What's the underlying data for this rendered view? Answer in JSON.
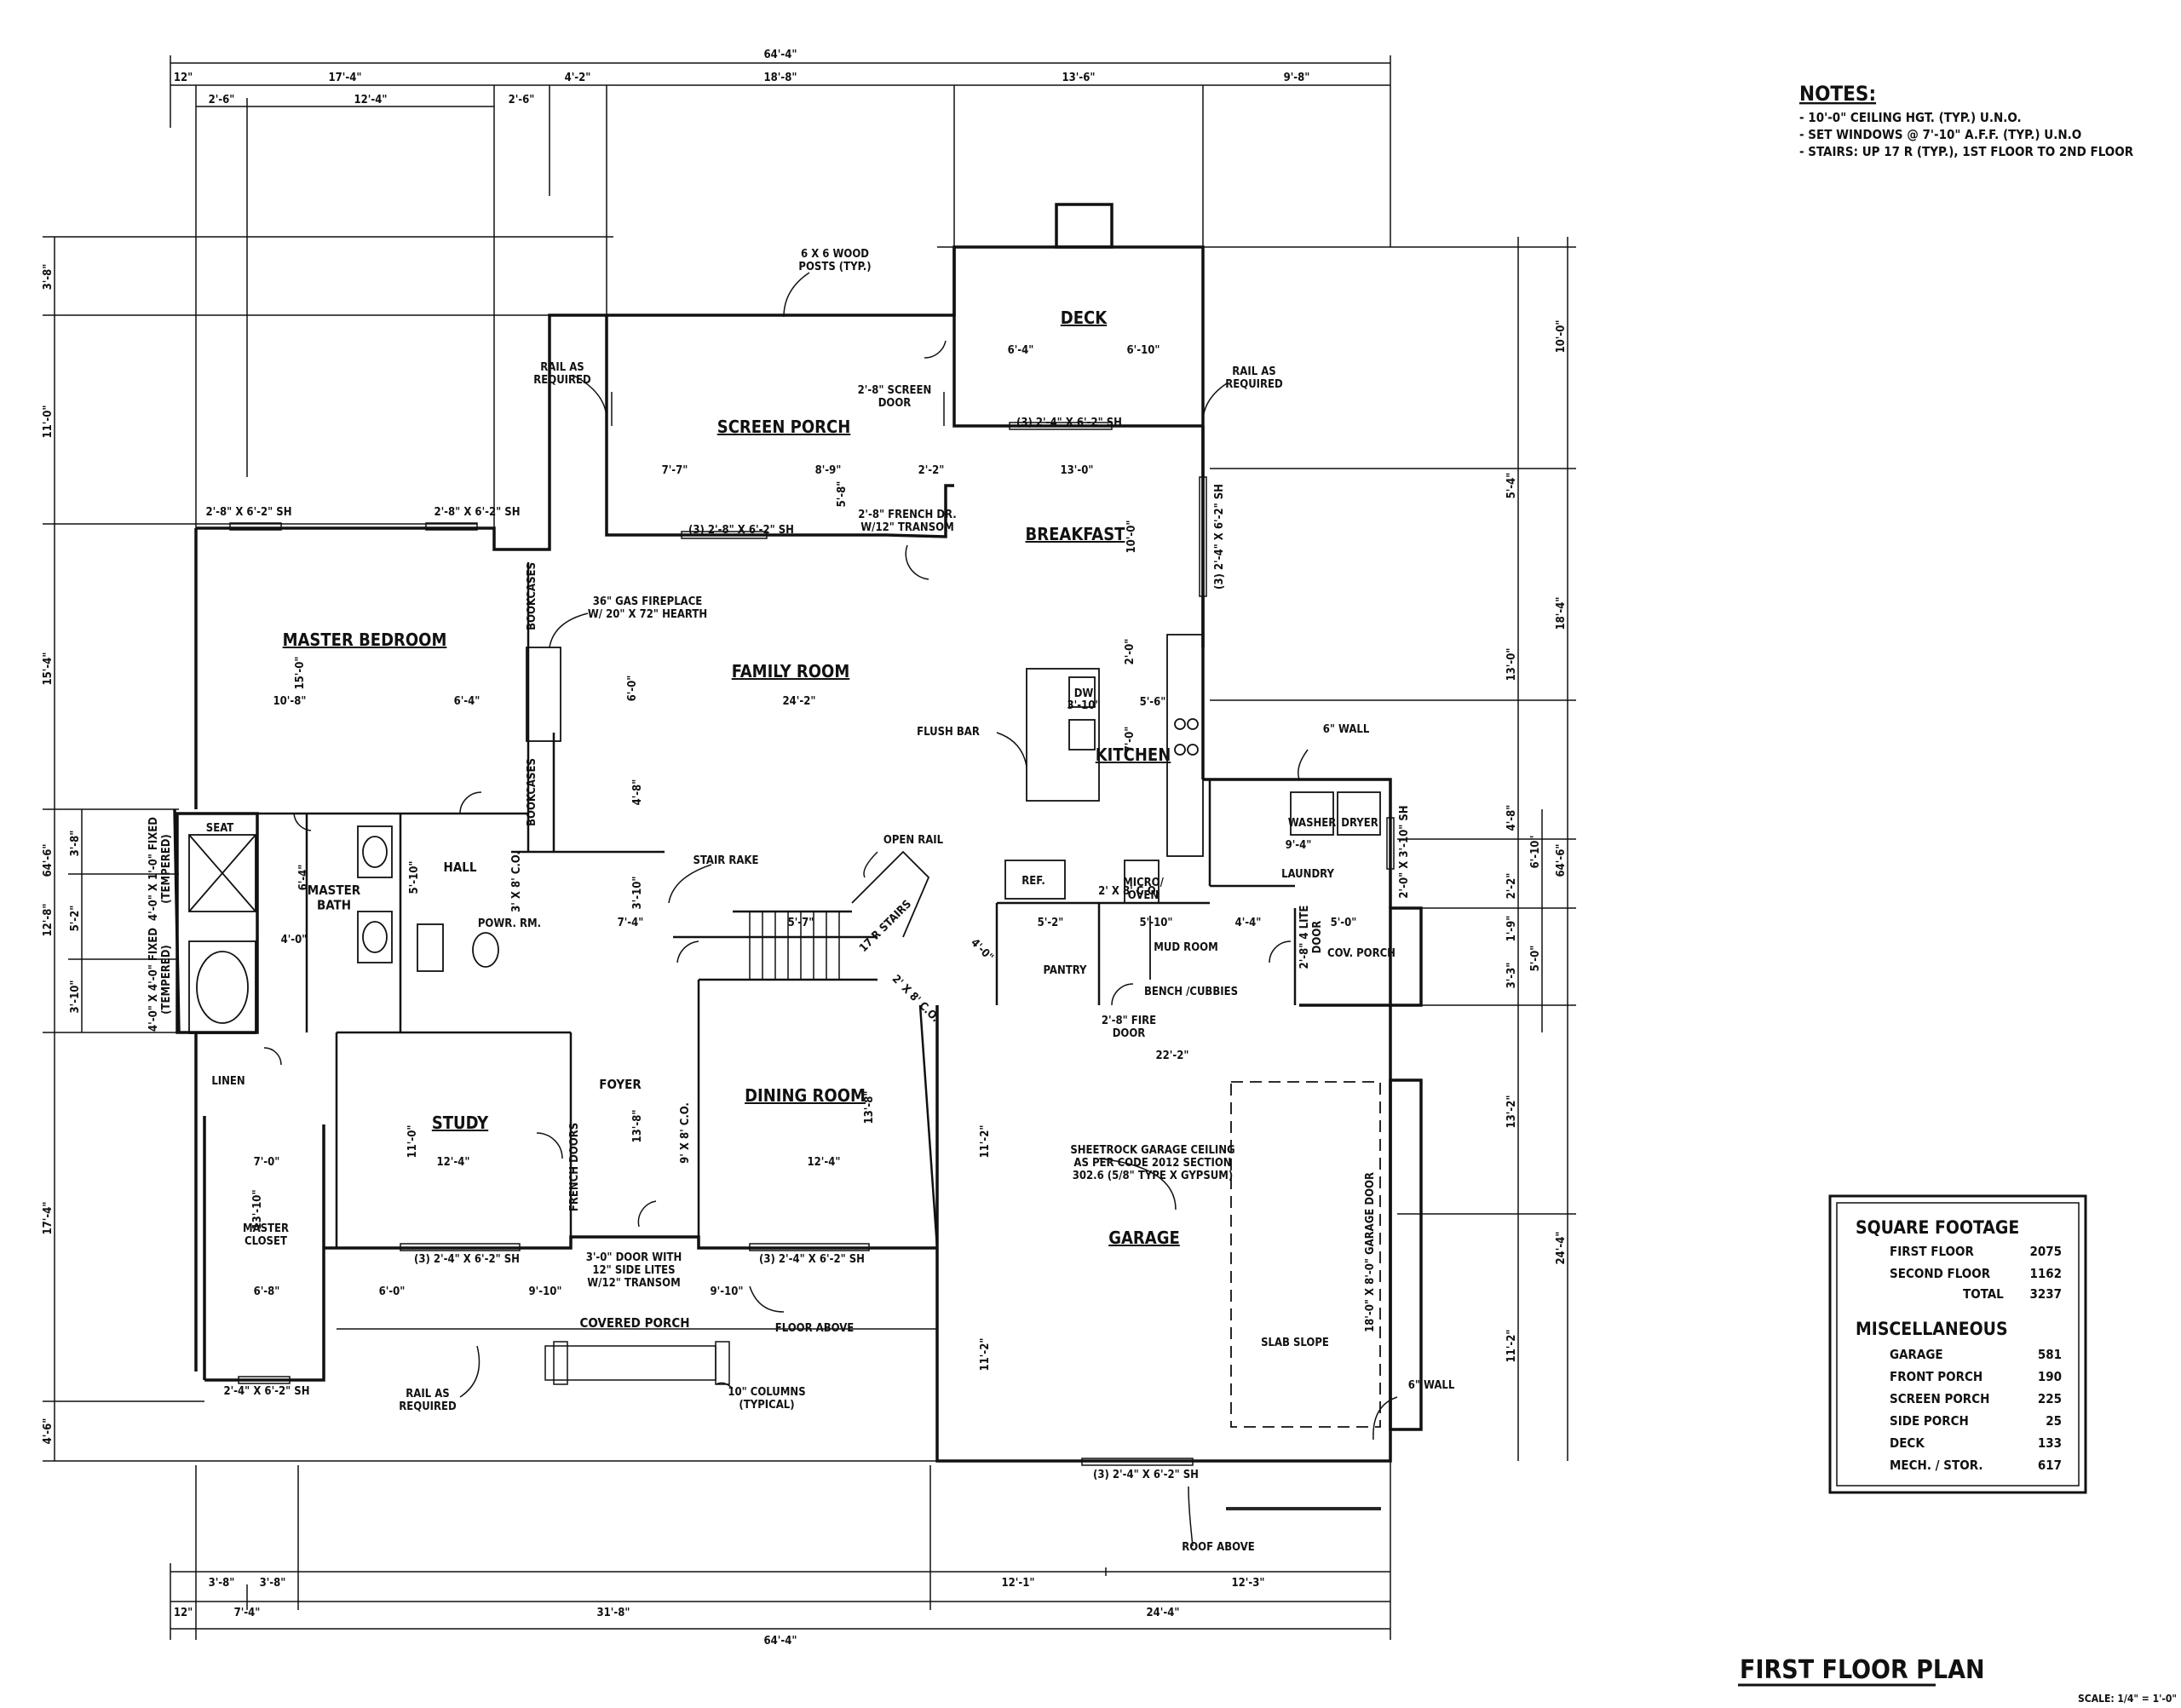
{
  "notes": {
    "title": "NOTES:",
    "lines": [
      "- 10'-0\" CEILING HGT. (TYP.) U.N.O.",
      "- SET WINDOWS @ 7'-10\" A.F.F. (TYP.) U.N.O",
      "- STAIRS: UP 17 R (TYP.), 1ST FLOOR TO 2ND FLOOR"
    ]
  },
  "rooms": {
    "master_bedroom": "MASTER BEDROOM",
    "family_room": "FAMILY ROOM",
    "screen_porch": "SCREEN PORCH",
    "deck": "DECK",
    "breakfast": "BREAKFAST",
    "kitchen": "KITCHEN",
    "master_bath": "MASTER\nBATH",
    "hall": "HALL",
    "powder_room": "POWR. RM.",
    "laundry": "LAUNDRY",
    "mud_room": "MUD ROOM",
    "pantry": "PANTRY",
    "cov_porch": "COV. PORCH",
    "study": "STUDY",
    "foyer": "FOYER",
    "dining_room": "DINING ROOM",
    "garage": "GARAGE",
    "covered_porch": "COVERED PORCH",
    "master_closet": "MASTER\nCLOSET",
    "linen": "LINEN",
    "seat": "SEAT"
  },
  "labels": {
    "washer": "WASHER",
    "dryer": "DRYER",
    "ref": "REF.",
    "micro_oven": "MICRO/\nOVEN",
    "dw": "DW",
    "bench": "BENCH /CUBBIES",
    "bookcases": "BOOKCASES",
    "fireplace": "36\" GAS FIREPLACE\nW/ 20\" X 72\" HEARTH",
    "posts": "6 X 6 WOOD\nPOSTS (TYP.)",
    "rail_left": "RAIL AS\nREQUIRED",
    "rail_right": "RAIL AS\nREQUIRED",
    "rail_bottom": "RAIL AS\nREQUIRED",
    "screen_door": "2'-8\" SCREEN\nDOOR",
    "french_dr": "2'-8\" FRENCH DR.\nW/12\" TRANSOM",
    "flush_bar": "FLUSH BAR",
    "six_wall_top": "6\" WALL",
    "six_wall_garage": "6\" WALL",
    "stair_rake": "STAIR RAKE",
    "open_rail": "OPEN RAIL",
    "stairs_17r": "17 R STAIRS",
    "fire_door": "2'-8\" FIRE\nDOOR",
    "french_doors": "FRENCH DOORS",
    "entry_door": "3'-0\" DOOR WITH\n12\" SIDE LITES\nW/12\" TRANSOM",
    "floor_above": "FLOOR ABOVE",
    "columns": "10\" COLUMNS\n(TYPICAL)",
    "roof_above": "ROOF ABOVE",
    "sheetrock": "SHEETROCK GARAGE CEILING\nAS PER CODE 2012 SECTION\n302.6 (5/8\" TYPE X GYPSUM)",
    "slab_slope": "SLAB SLOPE",
    "garage_door": "18'-0\" X 8'-0\" GARAGE DOOR",
    "lite_door": "2'-8\" 4 LITE\nDOOR",
    "fixed_top": "4'-0\" X 1'-0\" FIXED\n(TEMPERED)",
    "fixed_bottom": "4'-0\" X 4'-0\" FIXED\n(TEMPERED)",
    "win_mb_left": "2'-8\" X 6'-2\" SH",
    "win_mb_right": "2'-8\" X 6'-2\" SH",
    "win_porch": "(3) 2'-8\" X 6'-2\" SH",
    "win_deck": "(3) 2'-4\" X 6'-2\" SH",
    "win_breakfast": "(3) 2'-4\" X 6'-2\" SH",
    "win_study": "(3) 2'-4\" X 6'-2\" SH",
    "win_dining": "(3) 2'-4\" X 6'-2\" SH",
    "win_closet": "2'-4\" X 6'-2\" SH",
    "win_garage": "(3) 2'-4\" X 6'-2\" SH",
    "win_laundry": "2'-0\" X 3'-10\" SH",
    "co_hall": "3' X 8' C.O.",
    "co_foyer": "9' X 8' C.O.",
    "co_stair": "2' X 8' C.O.",
    "co_kitchen": "2' X 8' C.O."
  },
  "dims": {
    "top_overall": "64'-4\"",
    "top_row": [
      "12\"",
      "17'-4\"",
      "4'-2\"",
      "18'-8\"",
      "13'-6\"",
      "9'-8\""
    ],
    "top_row2": [
      "2'-6\"",
      "12'-4\"",
      "2'-6\""
    ],
    "bottom_overall": "64'-4\"",
    "bottom_row": [
      "12\"",
      "7'-4\"",
      "31'-8\"",
      "24'-4\""
    ],
    "bottom_row2": [
      "3'-8\"",
      "3'-8\"",
      "12'-1\"",
      "12'-3\""
    ],
    "left_overall": "64'-6\"",
    "left_outer": [
      "3'-8\"",
      "11'-0\"",
      "15'-4\"",
      "12'-8\"",
      "17'-4\"",
      "4'-6\""
    ],
    "left_inner": [
      "3'-8\"",
      "5'-2\"",
      "3'-10\""
    ],
    "right_overall": "64'-6\"",
    "right_outer": [
      "10'-0\"",
      "18'-4\"",
      "6'-10\"",
      "5'-0\"",
      "24'-4\""
    ],
    "right_inner": [
      "5'-4\"",
      "13'-0\"",
      "4'-8\"",
      "2'-2\"",
      "1'-9\"",
      "3'-3\"",
      "13'-2\"",
      "11'-2\""
    ],
    "inner": {
      "mb_width": "10'-8\"",
      "mb_w2": "6'-4\"",
      "fr_width": "24'-2\"",
      "fr_depth": "6'-0\"",
      "mb_depth": "15'-0\"",
      "sp_left": "7'-7\"",
      "sp_mid": "8'-9\"",
      "sp_right": "2'-2\"",
      "bk_width": "13'-0\"",
      "bk_depth": "10'-0\"",
      "deck_l": "6'-4\"",
      "deck_r": "6'-10\"",
      "laundry_w": "9'-4\"",
      "mud_w": "5'-10\"",
      "mud_w2": "4'-4\"",
      "cov_w": "5'-0\"",
      "pantry_w": "5'-2\"",
      "stair_w": "5'-7\"",
      "foyer_w": "7'-4\"",
      "study_w": "12'-4\"",
      "study_d": "11'-0\"",
      "dining_w": "12'-4\"",
      "dining_d": "13'-8\"",
      "garage_w": "22'-2\"",
      "garage_d1": "11'-2\"",
      "garage_d2": "11'-2\"",
      "porch_l": "6'-0\"",
      "porch_m": "9'-10\"",
      "porch_r": "9'-10\"",
      "closet_w": "7'-0\"",
      "closet_d": "13'-10\"",
      "closet_w2": "6'-8\"",
      "kitchen_a": "5'-6\"",
      "kitchen_b": "3'-10\"",
      "kitchen_c": "7'-0\"",
      "kitchen_d": "2'-0\"",
      "hall_d": "5'-10\"",
      "bath_w": "4'-0\"",
      "bath_d": "6'-4\"",
      "stair_d": "4'-0\"",
      "foyer_d": "13'-8\"",
      "fr_d2": "4'-8\"",
      "fr_d3": "3'-10\"",
      "bk_d2": "5'-8\""
    }
  },
  "square_footage": {
    "title": "SQUARE FOOTAGE",
    "rows": [
      {
        "label": "FIRST FLOOR",
        "value": "2075"
      },
      {
        "label": "SECOND FLOOR",
        "value": "1162"
      },
      {
        "label": "TOTAL",
        "value": "3237"
      }
    ],
    "misc_title": "MISCELLANEOUS",
    "misc": [
      {
        "label": "GARAGE",
        "value": "581"
      },
      {
        "label": "FRONT PORCH",
        "value": "190"
      },
      {
        "label": "SCREEN PORCH",
        "value": "225"
      },
      {
        "label": "SIDE PORCH",
        "value": "25"
      },
      {
        "label": "DECK",
        "value": "133"
      },
      {
        "label": "MECH. / STOR.",
        "value": "617"
      }
    ]
  },
  "title_block": {
    "title": "FIRST FLOOR PLAN",
    "scale": "SCALE: 1/4\" = 1'-0\""
  }
}
